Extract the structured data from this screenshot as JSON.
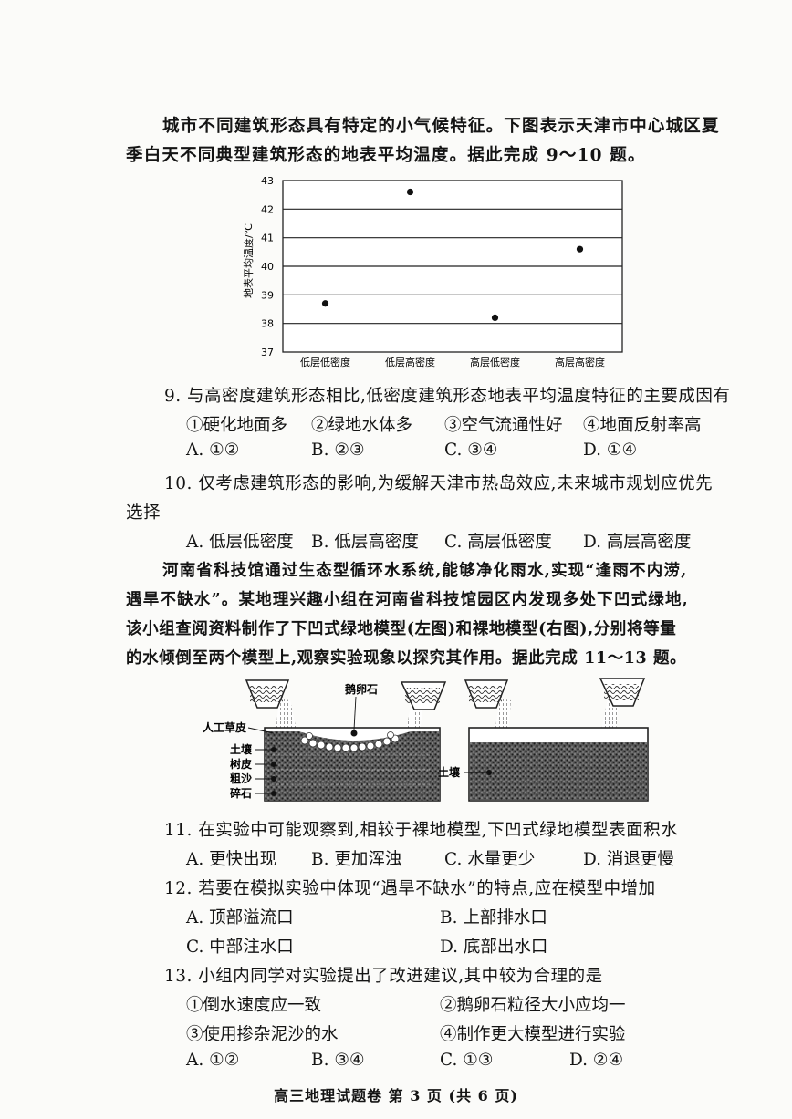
{
  "intro1": {
    "line1": "城市不同建筑形态具有特定的小气候特征。下图表示天津市中心城区夏",
    "line2": "季白天不同典型建筑形态的地表平均温度。据此完成 9～10 题。"
  },
  "chart_data": {
    "type": "scatter",
    "categories": [
      "低层低密度",
      "低层高密度",
      "高层低密度",
      "高层高密度"
    ],
    "values": [
      38.7,
      42.6,
      38.2,
      40.6
    ],
    "ylabel": "地表平均温度/℃",
    "ylim": [
      37,
      43
    ],
    "yticks": [
      "37",
      "38",
      "39",
      "40",
      "41",
      "42",
      "43"
    ],
    "grid": true
  },
  "q9": {
    "stem": "9. 与高密度建筑形态相比,低密度建筑形态地表平均温度特征的主要成因有",
    "items": [
      "①硬化地面多",
      "②绿地水体多",
      "③空气流通性好",
      "④地面反射率高"
    ],
    "options": [
      "A. ①②",
      "B. ②③",
      "C. ③④",
      "D. ①④"
    ]
  },
  "q10": {
    "stem1": "10. 仅考虑建筑形态的影响,为缓解天津市热岛效应,未来城市规划应优先",
    "stem2": "选择",
    "options": [
      "A. 低层低密度",
      "B. 低层高密度",
      "C. 高层低密度",
      "D. 高层高密度"
    ]
  },
  "intro2": {
    "line1": "河南省科技馆通过生态型循环水系统,能够净化雨水,实现“逢雨不内涝,",
    "line2": "遇旱不缺水”。某地理兴趣小组在河南省科技馆园区内发现多处下凹式绿地,",
    "line3": "该小组查阅资料制作了下凹式绿地模型(左图)和裸地模型(右图),分别将等量",
    "line4": "的水倾倒至两个模型上,观察实验现象以探究其作用。据此完成 11～13 题。"
  },
  "figure2": {
    "label_top": "鹅卵石",
    "layers": [
      "人工草皮",
      "土壤",
      "树皮",
      "粗沙",
      "碎石"
    ],
    "right_label": "土壤"
  },
  "q11": {
    "stem": "11. 在实验中可能观察到,相较于裸地模型,下凹式绿地模型表面积水",
    "options": [
      "A. 更快出现",
      "B. 更加浑浊",
      "C. 水量更少",
      "D. 消退更慢"
    ]
  },
  "q12": {
    "stem": "12. 若要在模拟实验中体现“遇旱不缺水”的特点,应在模型中增加",
    "options": [
      "A. 顶部溢流口",
      "B. 上部排水口",
      "C. 中部注水口",
      "D. 底部出水口"
    ]
  },
  "q13": {
    "stem": "13. 小组内同学对实验提出了改进建议,其中较为合理的是",
    "items": [
      "①倒水速度应一致",
      "②鹅卵石粒径大小应均一",
      "③使用掺杂泥沙的水",
      "④制作更大模型进行实验"
    ],
    "options": [
      "A. ①②",
      "B. ③④",
      "C. ①③",
      "D. ②④"
    ]
  },
  "footer": "高三地理试题卷 第 3 页 (共 6 页)"
}
